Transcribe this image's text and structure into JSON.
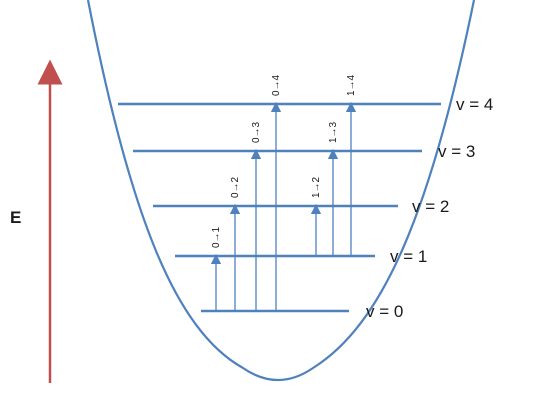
{
  "axis": {
    "label": "E",
    "arrow_color": "#c0504d"
  },
  "colors": {
    "curve": "#4f81bd",
    "levels": "#4f81bd",
    "arrows": "#4f81bd"
  },
  "levels": [
    {
      "v": 0,
      "label": "v = 0"
    },
    {
      "v": 1,
      "label": "v = 1"
    },
    {
      "v": 2,
      "label": "v = 2"
    },
    {
      "v": 3,
      "label": "v = 3"
    },
    {
      "v": 4,
      "label": "v = 4"
    }
  ],
  "transitions": [
    {
      "from": 0,
      "to": 1,
      "label": "0→1"
    },
    {
      "from": 0,
      "to": 2,
      "label": "0→2"
    },
    {
      "from": 0,
      "to": 3,
      "label": "0→3"
    },
    {
      "from": 0,
      "to": 4,
      "label": "0→4"
    },
    {
      "from": 1,
      "to": 2,
      "label": "1→2"
    },
    {
      "from": 1,
      "to": 3,
      "label": "1→3"
    },
    {
      "from": 1,
      "to": 4,
      "label": "1→4"
    }
  ]
}
